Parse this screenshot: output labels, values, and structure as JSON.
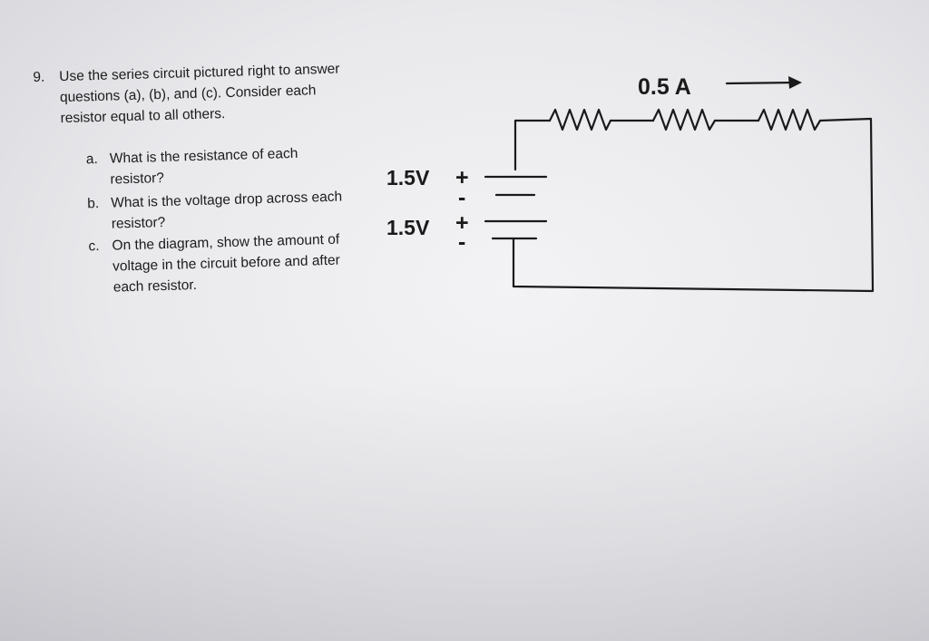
{
  "question": {
    "number": "9.",
    "intro": "Use the series circuit pictured right to answer questions (a), (b), and (c). Consider each resistor equal to all others.",
    "items": [
      {
        "mark": "a.",
        "text": "What is the resistance of each resistor?"
      },
      {
        "mark": "b.",
        "text": "What is the voltage drop across each resistor?"
      },
      {
        "mark": "c.",
        "text": "On the diagram, show the amount of voltage in the circuit before and after each resistor."
      }
    ]
  },
  "circuit": {
    "current_label": "0.5 A",
    "battery_top_label": "1.5V",
    "battery_bottom_label": "1.5V",
    "plus_sign": "+",
    "minus_sign": "-",
    "resistor_count": 3
  }
}
